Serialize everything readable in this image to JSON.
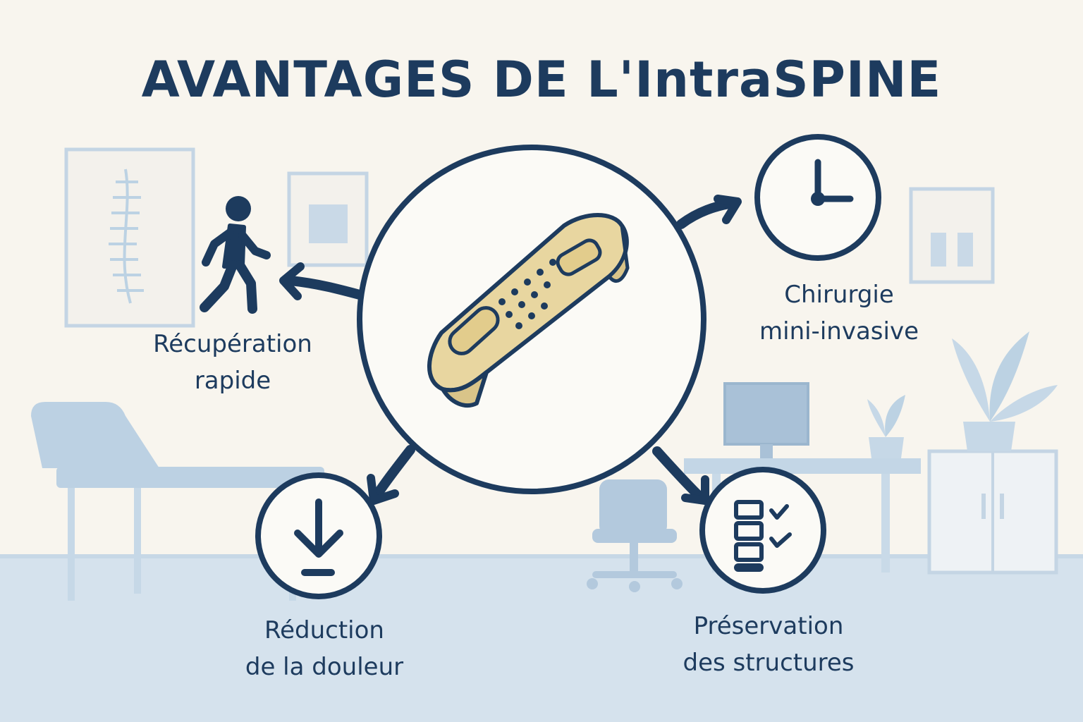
{
  "title": "AVANTAGES DE L'IntraSPINE",
  "benefits": {
    "recuperation": {
      "line1": "Récupération",
      "line2": "rapide",
      "icon": "walking-person-icon"
    },
    "chirurgie": {
      "line1": "Chirurgie",
      "line2": "mini-invasive",
      "icon": "clock-icon"
    },
    "reduction": {
      "line1": "Réduction",
      "line2": "de la douleur",
      "icon": "arrow-down-icon"
    },
    "preservation": {
      "line1": "Préservation",
      "line2": "des structures",
      "icon": "spine-checklist-icon"
    }
  },
  "center_icon": "intraspine-implant-icon",
  "colors": {
    "navy": "#1d3b5e",
    "background": "#f8f5ee",
    "room_blue": "#b9cee0",
    "floor": "#d3e1ec",
    "implant": "#e8d6a0"
  }
}
